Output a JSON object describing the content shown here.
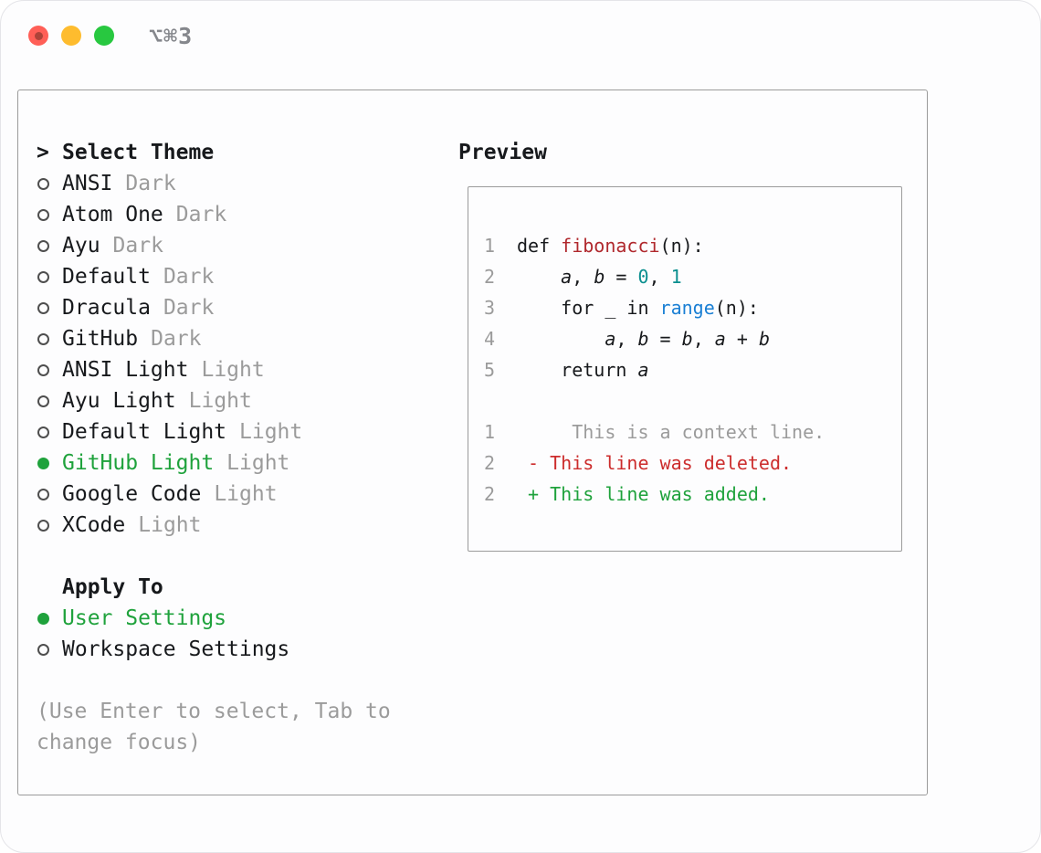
{
  "window": {
    "shortcut_label": "⌥⌘3",
    "traffic_lights": [
      "close",
      "minimize",
      "zoom"
    ]
  },
  "theme_selector": {
    "cursor": ">",
    "title": "Select Theme",
    "themes": [
      {
        "name": "ANSI",
        "variant": "Dark",
        "selected": false
      },
      {
        "name": "Atom One",
        "variant": "Dark",
        "selected": false
      },
      {
        "name": "Ayu",
        "variant": "Dark",
        "selected": false
      },
      {
        "name": "Default",
        "variant": "Dark",
        "selected": false
      },
      {
        "name": "Dracula",
        "variant": "Dark",
        "selected": false
      },
      {
        "name": "GitHub",
        "variant": "Dark",
        "selected": false
      },
      {
        "name": "ANSI Light",
        "variant": "Light",
        "selected": false
      },
      {
        "name": "Ayu Light",
        "variant": "Light",
        "selected": false
      },
      {
        "name": "Default Light",
        "variant": "Light",
        "selected": false
      },
      {
        "name": "GitHub Light",
        "variant": "Light",
        "selected": true
      },
      {
        "name": "Google Code",
        "variant": "Light",
        "selected": false
      },
      {
        "name": "XCode",
        "variant": "Light",
        "selected": false
      }
    ],
    "apply_to": {
      "title": "Apply To",
      "options": [
        {
          "label": "User Settings",
          "selected": true
        },
        {
          "label": "Workspace Settings",
          "selected": false
        }
      ]
    },
    "hint_line1": "(Use Enter to select, Tab to",
    "hint_line2": "change focus)"
  },
  "preview": {
    "title": "Preview",
    "lines": [
      {
        "num": "1",
        "segments": [
          {
            "t": "def ",
            "s": "plain"
          },
          {
            "t": "fibonacci",
            "s": "func"
          },
          {
            "t": "(n):",
            "s": "plain"
          }
        ]
      },
      {
        "num": "2",
        "segments": [
          {
            "t": "    ",
            "s": "plain"
          },
          {
            "t": "a",
            "s": "var"
          },
          {
            "t": ", ",
            "s": "plain"
          },
          {
            "t": "b",
            "s": "var"
          },
          {
            "t": " = ",
            "s": "plain"
          },
          {
            "t": "0",
            "s": "number"
          },
          {
            "t": ", ",
            "s": "plain"
          },
          {
            "t": "1",
            "s": "number"
          }
        ]
      },
      {
        "num": "3",
        "segments": [
          {
            "t": "    for _ in ",
            "s": "plain"
          },
          {
            "t": "range",
            "s": "builtin"
          },
          {
            "t": "(n):",
            "s": "plain"
          }
        ]
      },
      {
        "num": "4",
        "segments": [
          {
            "t": "        ",
            "s": "plain"
          },
          {
            "t": "a",
            "s": "var"
          },
          {
            "t": ", ",
            "s": "plain"
          },
          {
            "t": "b",
            "s": "var"
          },
          {
            "t": " = ",
            "s": "plain"
          },
          {
            "t": "b",
            "s": "var"
          },
          {
            "t": ", ",
            "s": "plain"
          },
          {
            "t": "a",
            "s": "var"
          },
          {
            "t": " + ",
            "s": "plain"
          },
          {
            "t": "b",
            "s": "var"
          }
        ]
      },
      {
        "num": "5",
        "segments": [
          {
            "t": "    return ",
            "s": "plain"
          },
          {
            "t": "a",
            "s": "var"
          }
        ]
      },
      {
        "num": "",
        "segments": []
      },
      {
        "num": "1",
        "segments": [
          {
            "t": "     This is a context line.",
            "s": "context"
          }
        ]
      },
      {
        "num": "2",
        "segments": [
          {
            "t": " - This line was deleted.",
            "s": "deleted"
          }
        ]
      },
      {
        "num": "2",
        "segments": [
          {
            "t": " + This line was added.",
            "s": "added"
          }
        ]
      }
    ]
  },
  "colors": {
    "accent-green": "#1fa23c",
    "syntax-red": "#b0282d",
    "diff-red": "#cc2c2c",
    "syntax-blue": "#1a7fd4",
    "syntax-teal": "#0a8f8f",
    "muted-gray": "#9b9b9b",
    "text": "#17191c",
    "border-gray": "#9b9b9b",
    "traffic-red": "#ff5f57",
    "traffic-yellow": "#febc2e",
    "traffic-green": "#28c840"
  }
}
